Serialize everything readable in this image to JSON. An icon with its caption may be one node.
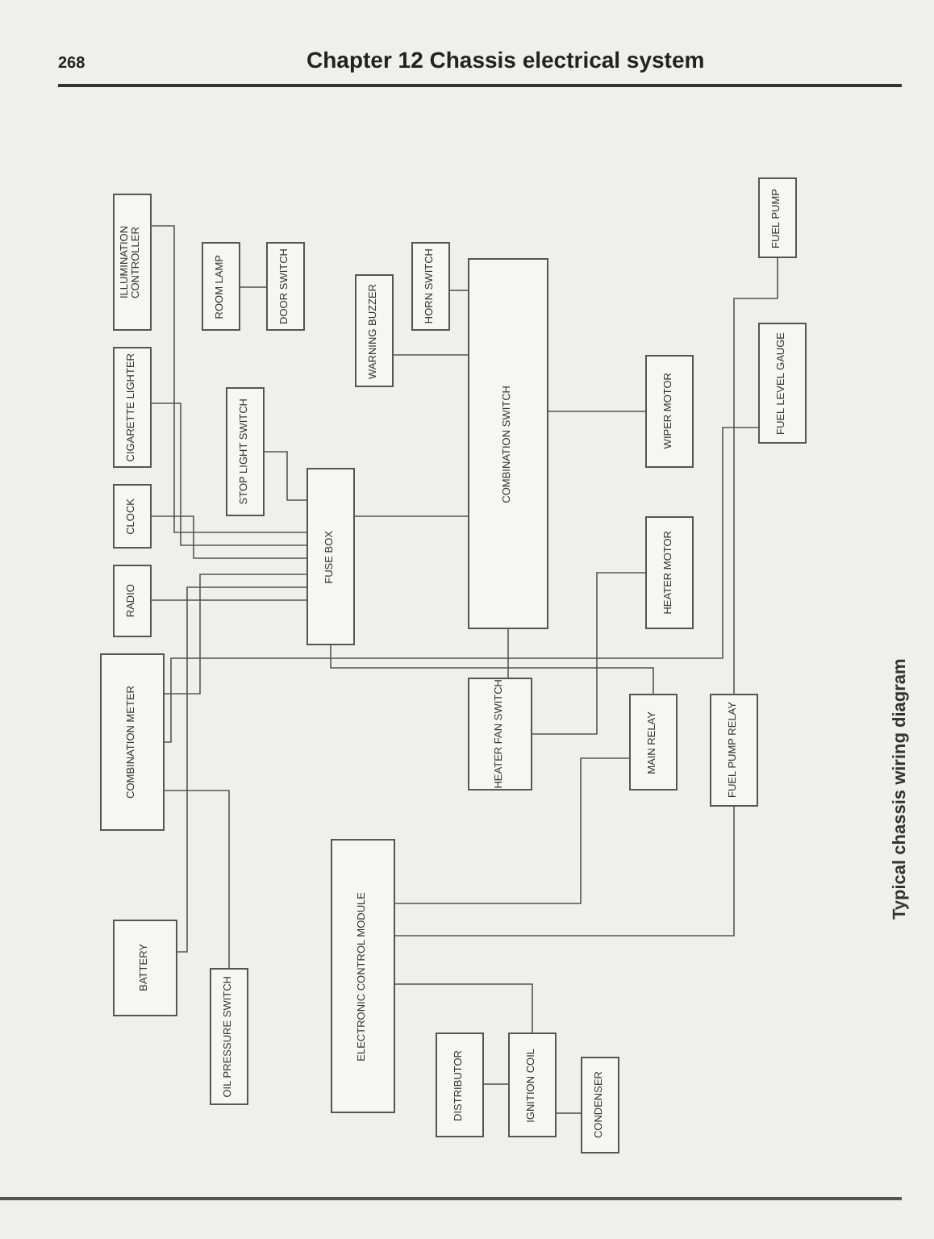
{
  "diagram": {
    "title": "Chapter 12 Chassis electrical system",
    "caption": "Typical chassis wiring diagram",
    "nodes": [
      {
        "text": [
          "ILLUMINATION CONTROLLER"
        ]
      },
      {
        "text": [
          "CIGARETTE LIGHTER"
        ]
      },
      {
        "text": [
          "CLOCK"
        ]
      },
      {
        "text": [
          "RADIO"
        ]
      },
      {
        "text": [
          "COMBINATION METER"
        ]
      },
      {
        "text": [
          "BATTERY"
        ]
      },
      {
        "text": [
          "ROOM LAMP"
        ]
      },
      {
        "text": [
          "DOOR SWITCH"
        ]
      },
      {
        "text": [
          "FUSE BOX"
        ]
      },
      {
        "text": [
          "STOP LIGHT SWITCH"
        ]
      },
      {
        "text": [
          "WARNING BUZZER"
        ]
      },
      {
        "text": [
          "COMBINATION SWITCH"
        ]
      },
      {
        "text": [
          "HORN SWITCH"
        ]
      },
      {
        "text": [
          "HEATER FAN SWITCH"
        ]
      },
      {
        "text": [
          "WIPER MOTOR"
        ]
      },
      {
        "text": [
          "HEATER MOTOR"
        ]
      },
      {
        "text": [
          "FUEL PUMP"
        ]
      },
      {
        "text": [
          "FUEL LEVEL GAUGE"
        ]
      },
      {
        "text": [
          "ELECTRONIC CONTROL MODULE"
        ]
      },
      {
        "text": [
          "DISTRIBUTOR"
        ]
      },
      {
        "text": [
          "IGNITION COIL"
        ]
      },
      {
        "text": [
          "CONDENSER"
        ]
      },
      {
        "text": [
          "OIL PRESSURE SWITCH"
        ]
      },
      {
        "text": [
          "MAIN RELAY"
        ]
      },
      {
        "text": [
          "FUEL PUMP RELAY"
        ]
      }
    ],
    "edges": [
      {
        "from": 0,
        "to": 8,
        "arrow": "none"
      },
      {
        "from": 1,
        "to": 8,
        "arrow": "none"
      },
      {
        "from": 2,
        "to": 8,
        "arrow": "none"
      },
      {
        "from": 3,
        "to": 8,
        "arrow": "none"
      },
      {
        "from": 4,
        "to": 8,
        "arrow": "none"
      },
      {
        "from": 5,
        "to": 8,
        "arrow": "none"
      },
      {
        "from": 6,
        "to": 7,
        "arrow": "none"
      },
      {
        "from": 9,
        "to": 8,
        "arrow": "none"
      },
      {
        "from": 10,
        "to": 11,
        "arrow": "none"
      },
      {
        "from": 12,
        "to": 11,
        "arrow": "none"
      },
      {
        "from": 8,
        "to": 11,
        "arrow": "none"
      },
      {
        "from": 11,
        "to": 14,
        "arrow": "none"
      },
      {
        "from": 11,
        "to": 13,
        "arrow": "none"
      },
      {
        "from": 13,
        "to": 15,
        "arrow": "none"
      },
      {
        "from": 16,
        "to": 24,
        "arrow": "none"
      },
      {
        "from": 17,
        "to": 4,
        "arrow": "none"
      },
      {
        "from": 23,
        "to": 18,
        "arrow": "none"
      },
      {
        "from": 24,
        "to": 18,
        "arrow": "none"
      },
      {
        "from": 19,
        "to": 20,
        "arrow": "none"
      },
      {
        "from": 20,
        "to": 18,
        "arrow": "none"
      },
      {
        "from": 21,
        "to": 20,
        "arrow": "none"
      },
      {
        "from": 22,
        "to": 4,
        "arrow": "none"
      },
      {
        "from": 23,
        "to": 8,
        "arrow": "none"
      }
    ],
    "labels": [
      "268"
    ]
  }
}
